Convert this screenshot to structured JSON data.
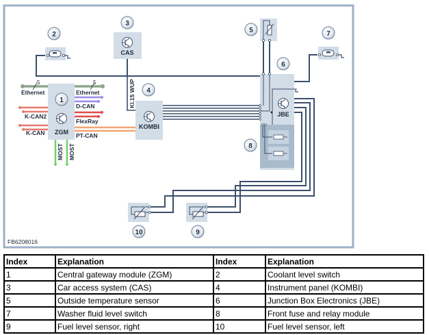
{
  "figure_id": "FB6208016",
  "components": [
    {
      "index": "1",
      "label": "ZGM"
    },
    {
      "index": "2",
      "label": ""
    },
    {
      "index": "3",
      "label": "CAS"
    },
    {
      "index": "4",
      "label": "KOMBI"
    },
    {
      "index": "5",
      "label": ""
    },
    {
      "index": "6",
      "label": "JBE"
    },
    {
      "index": "7",
      "label": ""
    },
    {
      "index": "8",
      "label": ""
    },
    {
      "index": "9",
      "label": ""
    },
    {
      "index": "10",
      "label": ""
    }
  ],
  "bus_labels": {
    "ethernet_left": "Ethernet",
    "ethernet_right": "Ethernet",
    "ethernet_count_left": "5",
    "ethernet_count_right": "5",
    "dcan": "D-CAN",
    "kcan2": "K-CAN2",
    "flexray": "FlexRay",
    "kcan": "K-CAN",
    "ptcan": "PT-CAN",
    "most_left": "MOST",
    "most_right": "MOST",
    "kl15": "Kl.15 WUP"
  },
  "bus_colors": {
    "ethernet": "#8fa58a",
    "dcan": "#9a8be8",
    "kcan": "#e24b4b",
    "flexray": "#e24b4b",
    "ptcan": "#f2a572",
    "most": "#6fd36a"
  },
  "legend_table": {
    "headers": [
      "Index",
      "Explanation",
      "Index",
      "Explanation"
    ],
    "rows": [
      [
        "1",
        "Central gateway module (ZGM)",
        "2",
        "Coolant level switch"
      ],
      [
        "3",
        "Car access system (CAS)",
        "4",
        "Instrument panel (KOMBI)"
      ],
      [
        "5",
        "Outside temperature sensor",
        "6",
        "Junction Box Electronics (JBE)"
      ],
      [
        "7",
        "Washer fluid level switch",
        "8",
        "Front fuse and relay module"
      ],
      [
        "9",
        "Fuel level sensor, right",
        "10",
        "Fuel level sensor, left"
      ]
    ]
  }
}
